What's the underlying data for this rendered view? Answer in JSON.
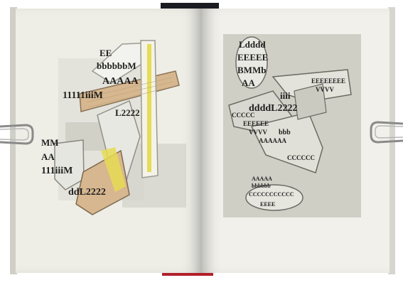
{
  "artwork": {
    "left_page_text": [
      {
        "text": "EE"
      },
      {
        "text": "bbbbbbM"
      },
      {
        "text": "AAAAA"
      },
      {
        "text": "11111iiiM"
      },
      {
        "text": "L2222"
      },
      {
        "text": "MM"
      },
      {
        "text": "AA"
      },
      {
        "text": "111iiiM"
      },
      {
        "text": "ddL2222"
      }
    ],
    "right_page_text": [
      {
        "text": "Ldddd"
      },
      {
        "text": "EEEEE"
      },
      {
        "text": "BMMb"
      },
      {
        "text": "AA"
      },
      {
        "text": "EEEEEEEE"
      },
      {
        "text": "VVVV"
      },
      {
        "text": "iiii"
      },
      {
        "text": "ddddL2222"
      },
      {
        "text": "CCCCC"
      },
      {
        "text": "EEEEEE"
      },
      {
        "text": "VVVV"
      },
      {
        "text": "bbb"
      },
      {
        "text": "AAAAAA"
      },
      {
        "text": "CCCCCC"
      },
      {
        "text": "AAAAA"
      },
      {
        "text": "bbbbbb"
      },
      {
        "text": "CCCCCCCCCCC"
      },
      {
        "text": "EEEE"
      }
    ],
    "colors": {
      "tan": "#d7b78f",
      "yellow": "#e6dc55",
      "gray_box": "#cfcfc6",
      "page": "#eeeee7"
    }
  }
}
